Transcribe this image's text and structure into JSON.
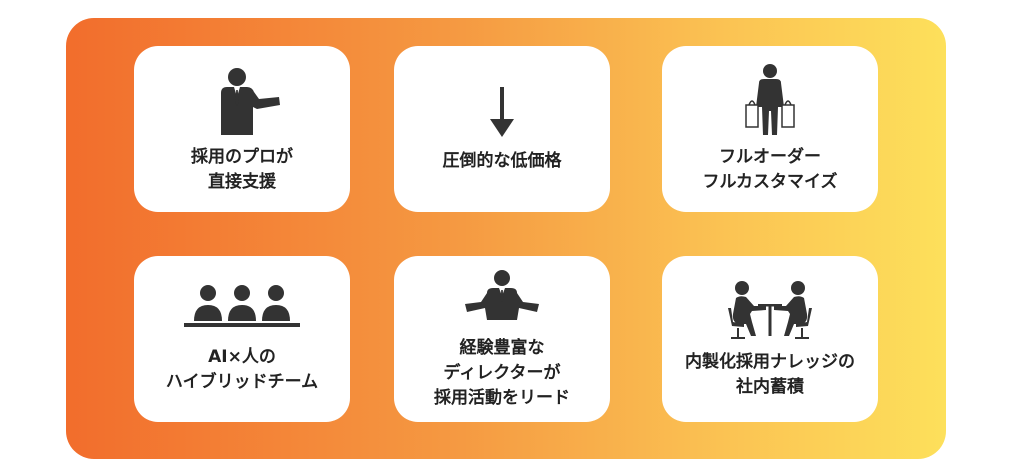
{
  "cards": [
    {
      "label": "採用のプロが\n直接支援",
      "icon": "businessman-presenting-icon"
    },
    {
      "label": "圧倒的な低価格",
      "icon": "down-arrow-icon"
    },
    {
      "label": "フルオーダー\nフルカスタマイズ",
      "icon": "person-with-shopping-bags-icon"
    },
    {
      "label": "AI×人の\nハイブリッドチーム",
      "icon": "team-at-table-icon"
    },
    {
      "label": "経験豊富な\nディレクターが\n採用活動をリード",
      "icon": "director-spread-arms-icon"
    },
    {
      "label": "内製化採用ナレッジの\n社内蓄積",
      "icon": "meeting-at-desk-icon"
    }
  ],
  "colors": {
    "gradient_start": "#f26d2c",
    "gradient_end": "#fde05b",
    "card": "#ffffff",
    "icon": "#333333"
  }
}
